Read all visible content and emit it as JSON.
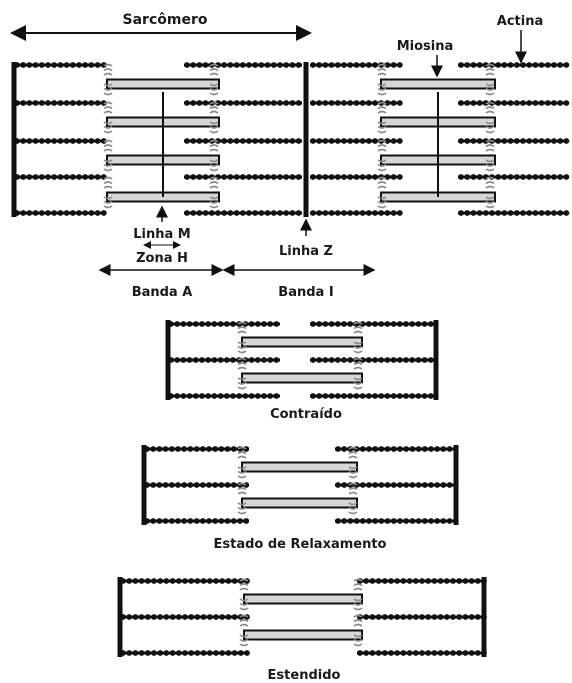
{
  "labels": {
    "sarcomere": "Sarcômero",
    "actin": "Actina",
    "myosin": "Miosina",
    "m_line": "Linha M",
    "h_zone": "Zona H",
    "z_line": "Linha Z",
    "a_band": "Banda A",
    "i_band": "Banda I"
  },
  "states": {
    "contracted": "Contraído",
    "relaxed": "Estado de Relaxamento",
    "stretched": "Estendido"
  },
  "colors": {
    "ink": "#111111",
    "thick_fill": "#d6d6d6",
    "crossbridge": "#8a8a8a",
    "background": "#ffffff"
  }
}
